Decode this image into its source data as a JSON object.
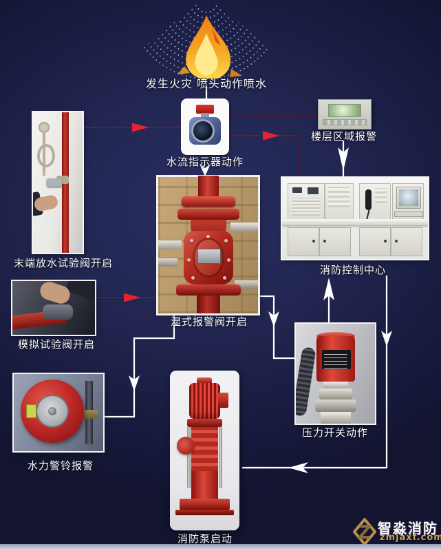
{
  "labels": {
    "fire_event": "发生火灾  喷头动作喷水",
    "water_flow_indicator": "水流指示器动作",
    "floor_zone_alarm": "楼层区域报警",
    "end_test_valve": "末端放水试验阀开启",
    "wet_alarm_valve": "湿式报警阀开启",
    "fire_control_center": "消防控制中心",
    "simulation_test_valve": "模拟试验阀开启",
    "pressure_switch": "压力开关动作",
    "hydraulic_alarm_bell": "水力警铃报警",
    "fire_pump_start": "消防泵启动"
  },
  "watermark": {
    "brand": "智淼消防",
    "site": "zmjaxf.com"
  },
  "colors": {
    "background_navy": "#21254f",
    "arrow_red_bright": "#e6242e",
    "arrow_red_line": "#8d1421",
    "line_white": "#ffffff",
    "watermark_gold": "#c9a05a",
    "flame_orange": "#f5941e",
    "flame_yellow": "#ffd84a"
  },
  "edges": [
    {
      "from": "fire_event",
      "to": "water_flow_indicator",
      "style": "white"
    },
    {
      "from": "end_test_valve",
      "to": "water_flow_indicator",
      "style": "red"
    },
    {
      "from": "water_flow_indicator",
      "to": "floor_zone_alarm",
      "style": "red"
    },
    {
      "from": "water_flow_indicator",
      "to": "fire_control_center",
      "style": "red"
    },
    {
      "from": "floor_zone_alarm",
      "to": "fire_control_center",
      "style": "white"
    },
    {
      "from": "water_flow_indicator",
      "to": "wet_alarm_valve",
      "style": "white"
    },
    {
      "from": "simulation_test_valve",
      "to": "wet_alarm_valve",
      "style": "red"
    },
    {
      "from": "wet_alarm_valve",
      "to": "hydraulic_alarm_bell",
      "style": "white"
    },
    {
      "from": "wet_alarm_valve",
      "to": "pressure_switch",
      "style": "white"
    },
    {
      "from": "pressure_switch",
      "to": "fire_control_center",
      "style": "white"
    },
    {
      "from": "fire_control_center",
      "to": "fire_pump_start",
      "style": "white"
    }
  ]
}
